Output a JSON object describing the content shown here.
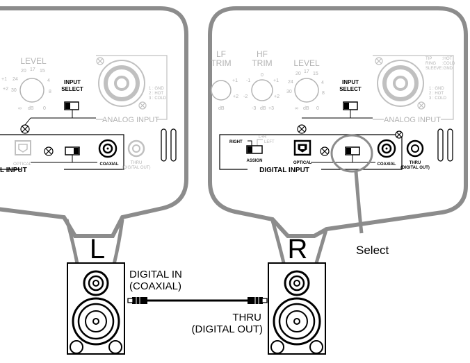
{
  "callouts": {
    "left_speaker": "L",
    "right_speaker": "R",
    "digital_in_line1": "DIGITAL IN",
    "digital_in_line2": "(COAXIAL)",
    "thru_line1": "THRU",
    "thru_line2": "(DIGITAL OUT)",
    "select": "Select"
  },
  "panel_labels": {
    "hf": "HF",
    "trim": "TRIM",
    "lf_partial": "LF",
    "trim_partial": "TRIM",
    "level": "LEVEL",
    "input": "INPUT",
    "select_lbl": "SELECT",
    "analog_input": "ANALOG INPUT",
    "tip": "TIP",
    "ring": "RING",
    "sleeve": "SLEEVE",
    "hot": ":HOT",
    "cold": ":COLD",
    "gnd": ":GND",
    "pin1": "1 : GND",
    "pin2": "2 : HOT",
    "pin3": "3 : COLD",
    "right": "RIGHT",
    "lr": "L+R",
    "left": "LEFT",
    "assign": "ASSIGN",
    "optical": "OPTICAL",
    "coaxial": "COAXIAL",
    "thru": "THRU",
    "digital_out": "(DIGITAL OUT)",
    "digital_input": "DIGITAL INPUT",
    "digital_input_partial": "L INPUT",
    "db": "dB",
    "inf": "∞",
    "zero": "0"
  },
  "level_scale": [
    "20",
    "17",
    "15",
    "24",
    "30",
    "4",
    "8",
    "0"
  ],
  "trim_scale": [
    "0",
    "+1",
    "+2",
    "+3",
    "-3",
    "-1",
    "-2"
  ]
}
